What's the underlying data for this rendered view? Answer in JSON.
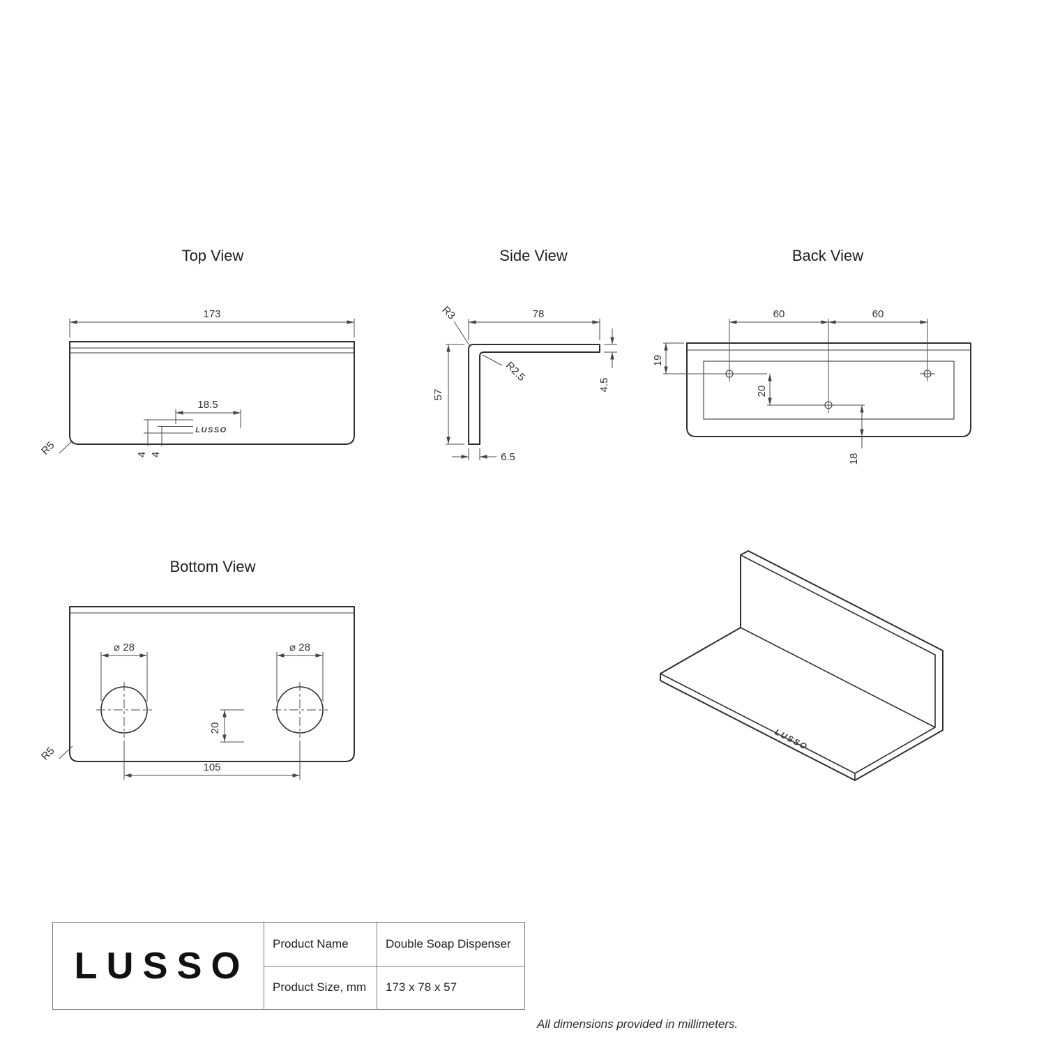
{
  "views": {
    "top": {
      "title": "Top View",
      "logo": "LUSSO",
      "dim_width": "173",
      "dim_offset": "18.5",
      "dim_gap1": "4",
      "dim_gap2": "4",
      "dim_radius": "R5"
    },
    "side": {
      "title": "Side View",
      "dim_depth": "78",
      "dim_r_outer": "R3",
      "dim_r_inner": "R2.5",
      "dim_height": "57",
      "dim_thickness": "4.5",
      "dim_base": "6.5"
    },
    "back": {
      "title": "Back View",
      "dim_hole_left": "60",
      "dim_hole_right": "60",
      "dim_top": "19",
      "dim_mid": "20",
      "dim_bottom": "18"
    },
    "bottom": {
      "title": "Bottom View",
      "dim_dia_left": "⌀ 28",
      "dim_dia_right": "⌀ 28",
      "dim_center": "20",
      "dim_spacing": "105",
      "dim_radius": "R5"
    },
    "iso": {
      "logo": "LUSSO"
    }
  },
  "title_block": {
    "brand": "LUSSO",
    "product_name_label": "Product Name",
    "product_name_value": "Double Soap Dispenser",
    "product_size_label": "Product Size, mm",
    "product_size_value": "173 x 78 x 57"
  },
  "footer_note": "All dimensions provided in millimeters."
}
